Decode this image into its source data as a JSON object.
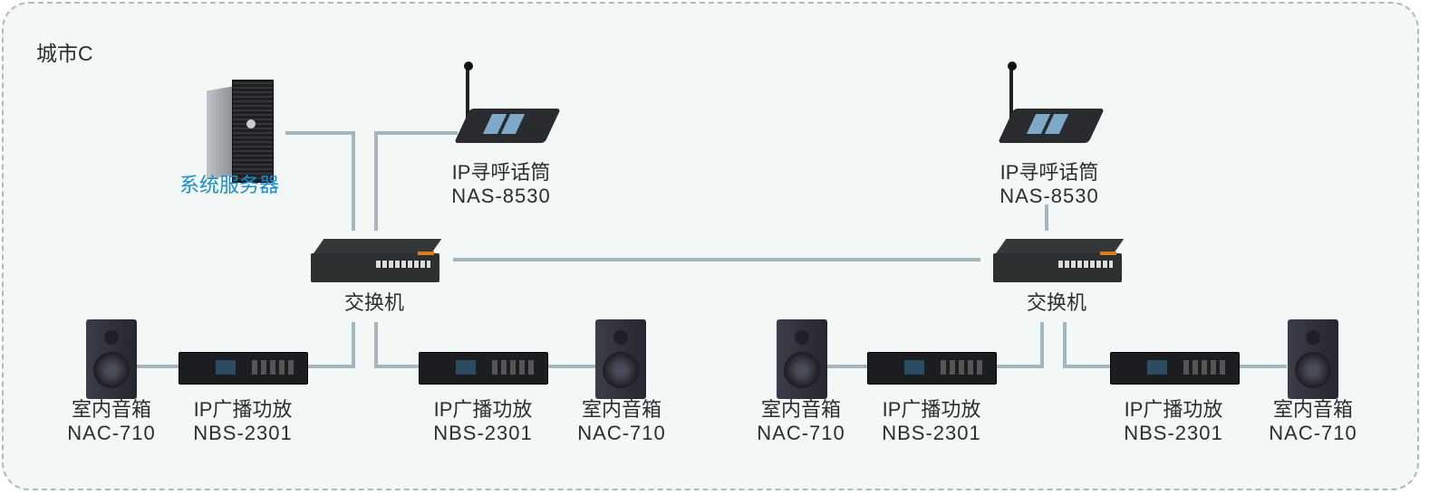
{
  "region_title": "城市C",
  "server": {
    "label": "系统服务器",
    "color": "#1a8fd0"
  },
  "pagers": [
    {
      "name": "IP寻呼话筒",
      "model": "NAS-8530"
    },
    {
      "name": "IP寻呼话筒",
      "model": "NAS-8530"
    }
  ],
  "switches": [
    {
      "label": "交换机"
    },
    {
      "label": "交换机"
    }
  ],
  "bottom": [
    {
      "name": "室内音箱",
      "model": "NAC-710"
    },
    {
      "name": "IP广播功放",
      "model": "NBS-2301"
    },
    {
      "name": "IP广播功放",
      "model": "NBS-2301"
    },
    {
      "name": "室内音箱",
      "model": "NAC-710"
    },
    {
      "name": "室内音箱",
      "model": "NAC-710"
    },
    {
      "name": "IP广播功放",
      "model": "NBS-2301"
    },
    {
      "name": "IP广播功放",
      "model": "NBS-2301"
    },
    {
      "name": "室内音箱",
      "model": "NAC-710"
    }
  ],
  "colors": {
    "wire": "#a4b6be",
    "background": "#f3f8f7",
    "text": "#2d2d2d"
  }
}
